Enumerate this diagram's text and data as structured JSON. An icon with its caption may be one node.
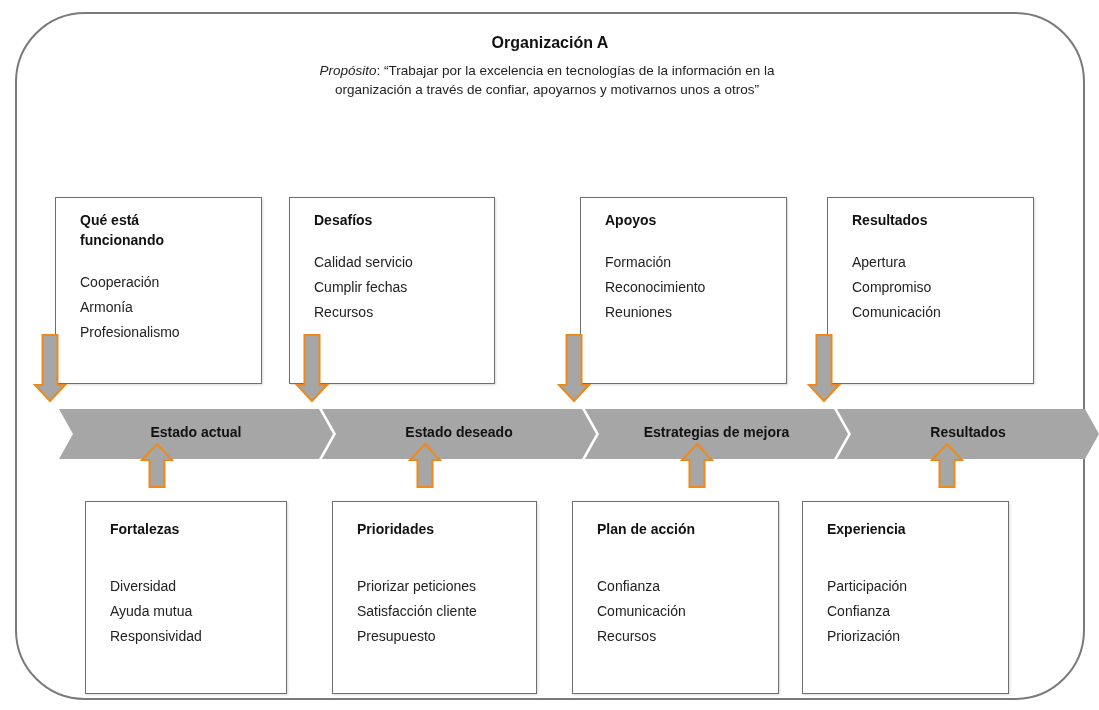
{
  "diagram": {
    "nodes": [
      {
        "text": [
          "Organización A",
          "*Propósito*: “Trabajar por la excelencia en tecnologías de la información en la organización a través de confiar, apoyarnos y motivarnos unos a otros”"
        ]
      },
      {
        "text": [
          "Qué está funcionando",
          "Cooperación",
          "Armonía",
          "Profesionalismo"
        ],
        "in": 0
      },
      {
        "text": [
          "Desafíos",
          "Calidad servicio",
          "Cumplir fechas",
          "Recursos"
        ],
        "in": 0
      },
      {
        "text": [
          "Apoyos",
          "Formación",
          "Reconocimiento",
          "Reuniones"
        ],
        "in": 0
      },
      {
        "text": [
          "Resultados",
          "Apertura",
          "Compromiso",
          "Comunicación"
        ],
        "in": 0
      },
      {
        "text": [
          "Estado actual"
        ],
        "in": 0
      },
      {
        "text": [
          "Estado deseado"
        ],
        "in": 0
      },
      {
        "text": [
          "Estrategias de mejora"
        ],
        "in": 0
      },
      {
        "text": [
          "Resultados"
        ],
        "in": 0
      },
      {
        "text": [
          "Fortalezas",
          "Diversidad",
          "Ayuda mutua",
          "Responsividad"
        ],
        "in": 0
      },
      {
        "text": [
          "Prioridades",
          "Priorizar peticiones",
          "Satisfacción cliente",
          "Presupuesto"
        ],
        "in": 0
      },
      {
        "text": [
          "Plan de acción",
          "Confianza",
          "Comunicación",
          "Recursos"
        ],
        "in": 0
      },
      {
        "text": [
          "Experiencia",
          "Participación",
          "Confianza",
          "Priorización"
        ],
        "in": 0
      }
    ],
    "edges": [
      {
        "from": 1,
        "to": 5,
        "arrow": "to",
        "style": "thick"
      },
      {
        "from": 2,
        "to": 6,
        "arrow": "to",
        "style": "thick"
      },
      {
        "from": 3,
        "to": 7,
        "arrow": "to",
        "style": "thick"
      },
      {
        "from": 4,
        "to": 8,
        "arrow": "to",
        "style": "thick"
      },
      {
        "from": 9,
        "to": 5,
        "arrow": "to",
        "style": "thick"
      },
      {
        "from": 10,
        "to": 6,
        "arrow": "to",
        "style": "thick"
      },
      {
        "from": 11,
        "to": 7,
        "arrow": "to",
        "style": "thick"
      },
      {
        "from": 12,
        "to": 8,
        "arrow": "to",
        "style": "thick"
      }
    ]
  }
}
